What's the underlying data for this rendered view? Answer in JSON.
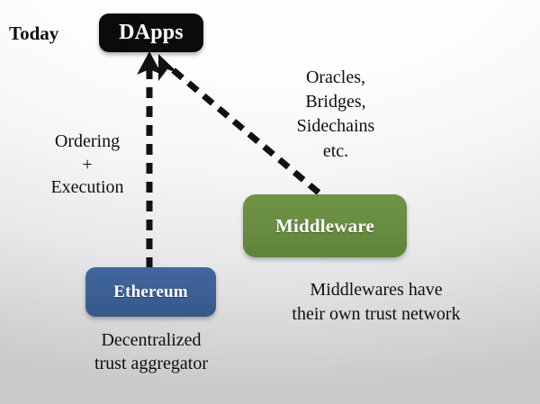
{
  "slide": {
    "era_label": "Today",
    "background_top_color": "#ffffff",
    "background_bottom_color": "#c9c9cc"
  },
  "nodes": [
    {
      "id": "dapps",
      "label": "DApps",
      "fill": "#0b0b0b",
      "text_color": "#ffffff"
    },
    {
      "id": "middleware",
      "label": "Middleware",
      "fill": "#688c41",
      "text_color": "#ffffff"
    },
    {
      "id": "ethereum",
      "label": "Ethereum",
      "fill": "#3c6094",
      "text_color": "#ffffff"
    }
  ],
  "annotations": {
    "ordering_execution": "Ordering\n+\nExecution",
    "middleware_kinds": "Oracles,\nBridges,\nSidechains\netc.",
    "ethereum_caption": "Decentralized\ntrust aggregator",
    "middleware_caption": "Middlewares have\ntheir own trust network"
  },
  "connectors": [
    {
      "id": "ethereum-to-dapps",
      "from": "ethereum",
      "to": "dapps",
      "style": "dashed",
      "color": "#111111",
      "arrowhead": "filled-triangle"
    },
    {
      "id": "middleware-to-dapps",
      "from": "middleware",
      "to": "dapps",
      "style": "dashed",
      "color": "#111111",
      "arrowhead": "filled-triangle"
    }
  ]
}
